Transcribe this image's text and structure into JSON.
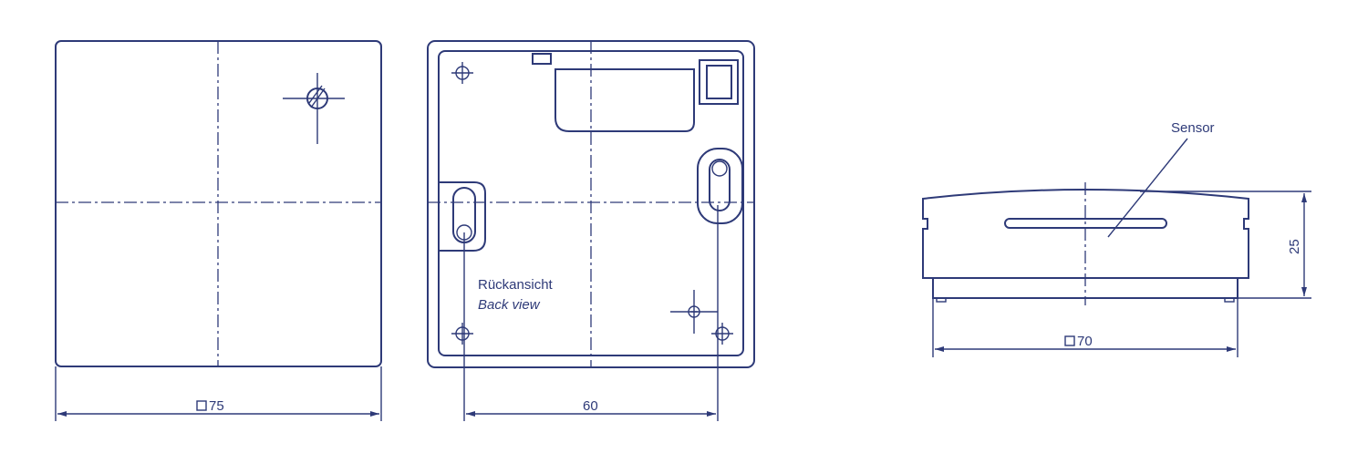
{
  "front_view": {
    "dimension_label": "75"
  },
  "back_view": {
    "caption_de": "Rückansicht",
    "caption_en": "Back view",
    "dimension_label": "60"
  },
  "side_view": {
    "sensor_label": "Sensor",
    "width_label": "70",
    "height_label": "25"
  }
}
